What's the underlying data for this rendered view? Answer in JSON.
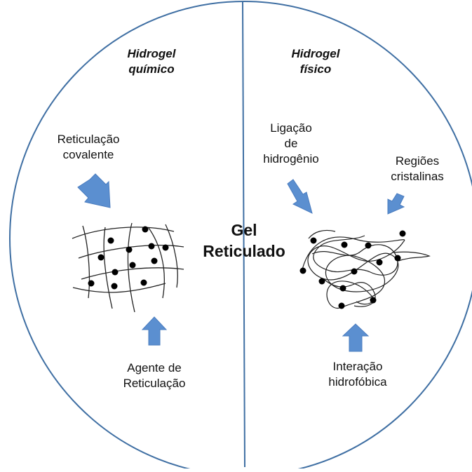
{
  "chemical_title": [
    "Hidrogel",
    "químico"
  ],
  "physical_title": [
    "Hidrogel",
    "físico"
  ],
  "center_title": [
    "Gel",
    "Reticulado"
  ],
  "labels": {
    "crosslink_covalent": [
      "Reticulação",
      "covalente"
    ],
    "crosslink_agent": [
      "Agente de",
      "Reticulação"
    ],
    "hydrogen_bond": [
      "Ligação",
      "de",
      "hidrogênio"
    ],
    "crystalline": [
      "Regiões",
      "cristalinas"
    ],
    "hydrophobic": [
      "Interação",
      "hidrofóbica"
    ]
  },
  "colors": {
    "circle_stroke": "#3f6fa3",
    "arrow_fill": "#5b8fd0",
    "arrow_stroke": "#4a7cbf",
    "line": "#222222"
  }
}
